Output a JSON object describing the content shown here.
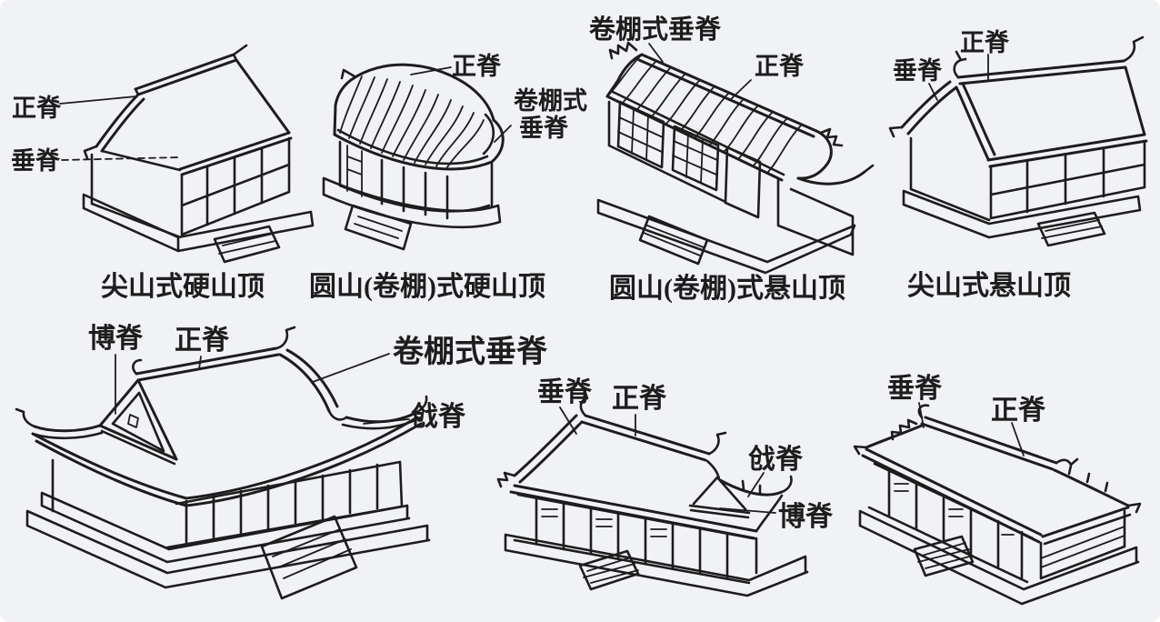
{
  "figure": {
    "description": "Hand-drawn diagram of traditional Chinese roof types with ridge-part annotations",
    "colors": {
      "ink": "#1d1d1d",
      "background": "#f1f2f6"
    },
    "captions": {
      "c1": "尖山式硬山顶",
      "c2": "圆山(卷棚)式硬山顶",
      "c3": "圆山(卷棚)式悬山顶",
      "c4": "尖山式悬山顶"
    },
    "labels": {
      "b1_zhengji": "正脊",
      "b1_chuiji": "垂脊",
      "b2_zhengji": "正脊",
      "b2_juanpeng_line1": "卷棚式",
      "b2_juanpeng_line2": "垂脊",
      "b3_juanpeng_chuiji": "卷棚式垂脊",
      "b3_zhengji": "正脊",
      "b4_chuiji": "垂脊",
      "b4_zhengji": "正脊",
      "b5_boji": "博脊",
      "b5_zhengji": "正脊",
      "b5_juanpeng_chuiji": "卷棚式垂脊",
      "b5_qiangji": "戗脊",
      "b6_chuiji": "垂脊",
      "b6_zhengji": "正脊",
      "b6_qiangji": "戗脊",
      "b6_boji": "博脊",
      "b7_chuiji": "垂脊",
      "b7_zhengji": "正脊"
    }
  }
}
